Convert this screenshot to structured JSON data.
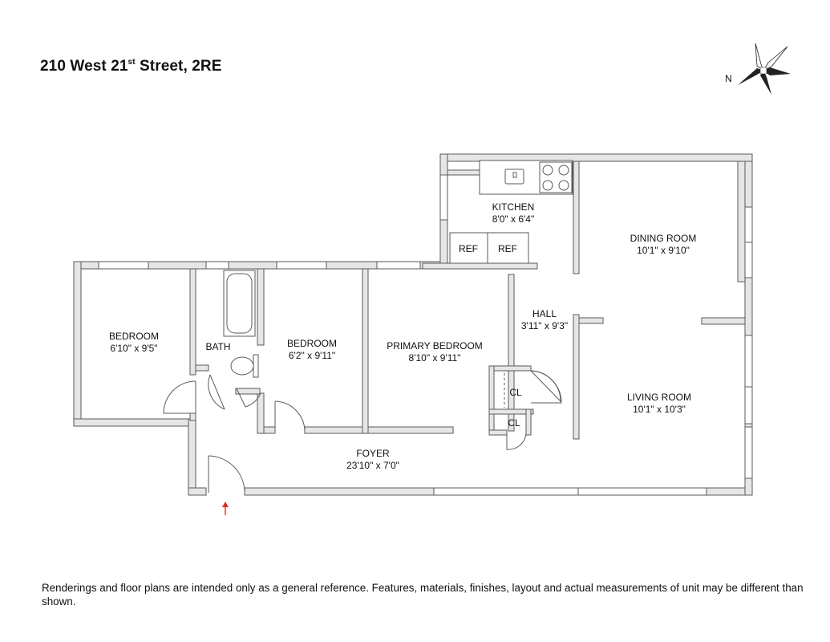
{
  "title": {
    "main": "210 West 21",
    "superscript": "st",
    "rest": " Street, 2RE"
  },
  "compass": {
    "label": "N"
  },
  "rooms": {
    "bedroom1": {
      "name": "BEDROOM",
      "dims": "6'10\" x 9'5\""
    },
    "bath": {
      "name": "BATH"
    },
    "bedroom2": {
      "name": "BEDROOM",
      "dims": "6'2\" x 9'11\""
    },
    "primary": {
      "name": "PRIMARY BEDROOM",
      "dims": "8'10\" x 9'11\""
    },
    "kitchen": {
      "name": "KITCHEN",
      "dims": "8'0\" x 6'4\""
    },
    "hall": {
      "name": "HALL",
      "dims": "3'11\" x 9'3\""
    },
    "dining": {
      "name": "DINING ROOM",
      "dims": "10'1\" x 9'10\""
    },
    "living": {
      "name": "LIVING ROOM",
      "dims": "10'1\" x 10'3\""
    },
    "foyer": {
      "name": "FOYER",
      "dims": "23'10\" x 7'0\""
    }
  },
  "fixtures": {
    "ref1": "REF",
    "ref2": "REF",
    "closet1": "CL",
    "closet2": "CL"
  },
  "colors": {
    "wall_fill": "#e6e6e6",
    "wall_stroke": "#5a5a5a",
    "entry_arrow": "#d9301f"
  },
  "disclaimer": "Renderings and floor plans are intended only as a general reference. Features, materials, finishes, layout and actual measurements of unit may be different than shown."
}
